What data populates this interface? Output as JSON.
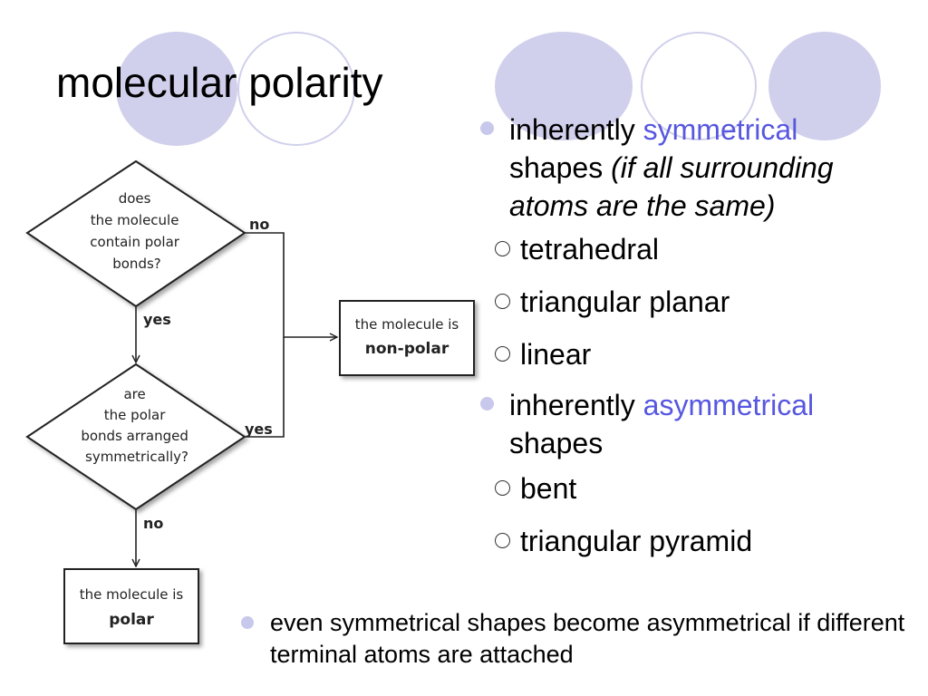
{
  "slide": {
    "title": "molecular polarity"
  },
  "flowchart": {
    "decision1": [
      "does",
      "the molecule",
      "contain polar",
      "bonds?"
    ],
    "decision1_no": "no",
    "decision1_yes": "yes",
    "decision2": [
      "are",
      "the polar",
      "bonds arranged",
      "symmetrically?"
    ],
    "decision2_yes": "yes",
    "decision2_no": "no",
    "result_nonpolar_line1": "the molecule is",
    "result_nonpolar_line2": "non-polar",
    "result_polar_line1": "the molecule is",
    "result_polar_line2": "polar"
  },
  "bullets": {
    "symmetric": {
      "prefix": "inherently ",
      "highlight": "symmetrical",
      "line2": "shapes ",
      "note": "(if all surrounding atoms are the same)"
    },
    "symmetric_shapes": [
      "tetrahedral",
      "triangular planar",
      "linear"
    ],
    "asymmetric": {
      "prefix": "inherently ",
      "highlight": "asymmetrical",
      "line2": "shapes"
    },
    "asymmetric_shapes": [
      "bent",
      "triangular pyramid"
    ],
    "footnote": "even symmetrical shapes become asymmetrical if different terminal atoms are attached"
  },
  "colors": {
    "highlight": "#5757e0",
    "decoration": "#d0d0ec"
  }
}
